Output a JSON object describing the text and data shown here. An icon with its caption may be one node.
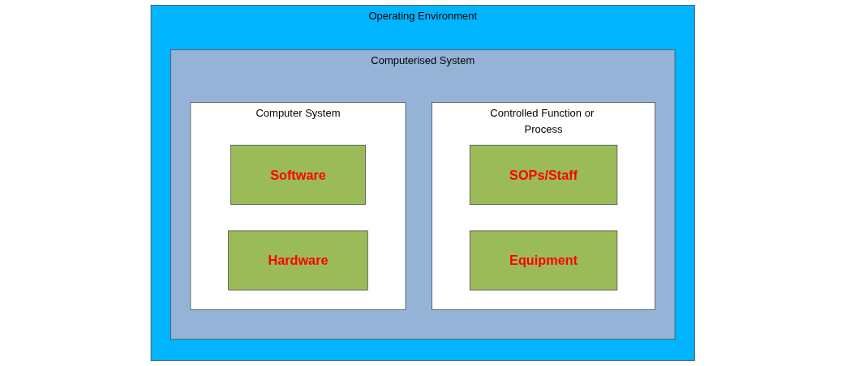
{
  "diagram": {
    "nodes": [
      {
        "text": [
          "Operating Environment"
        ]
      },
      {
        "text": [
          "Computerised System"
        ],
        "in": 0
      },
      {
        "text": [
          "Computer System"
        ],
        "in": 1
      },
      {
        "text": [
          "Software"
        ],
        "in": 2
      },
      {
        "text": [
          "Hardware"
        ],
        "in": 2
      },
      {
        "text": [
          "Controlled Function or Process"
        ],
        "in": 1
      },
      {
        "text": [
          "SOPs/Staff"
        ],
        "in": 5
      },
      {
        "text": [
          "Equipment"
        ],
        "in": 5
      }
    ],
    "edges": []
  }
}
